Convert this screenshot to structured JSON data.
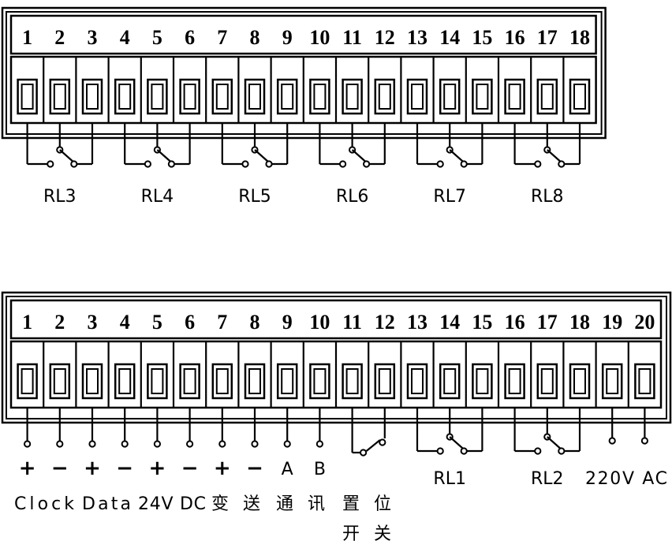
{
  "top_block": {
    "terminal_numbers": [
      "1",
      "2",
      "3",
      "4",
      "5",
      "6",
      "7",
      "8",
      "9",
      "10",
      "11",
      "12",
      "13",
      "14",
      "15",
      "16",
      "17",
      "18"
    ],
    "relay_labels": [
      "RL3",
      "RL4",
      "RL5",
      "RL6",
      "RL7",
      "RL8"
    ]
  },
  "bottom_block": {
    "terminal_numbers": [
      "1",
      "2",
      "3",
      "4",
      "5",
      "6",
      "7",
      "8",
      "9",
      "10",
      "11",
      "12",
      "13",
      "14",
      "15",
      "16",
      "17",
      "18",
      "19",
      "20"
    ],
    "polarity_signs": [
      "+",
      "−",
      "+",
      "−",
      "+",
      "−",
      "+",
      "−"
    ],
    "comm_labels": [
      "A",
      "B"
    ],
    "relay_labels": [
      "RL1",
      "RL2"
    ],
    "power_label": "220V AC",
    "function_labels": {
      "clock": "Clock",
      "data": "Data",
      "supply": "24V DC",
      "transmit": "变送",
      "comm": "通讯",
      "position_switch_line1": "置位",
      "position_switch_line2": "开关"
    }
  }
}
